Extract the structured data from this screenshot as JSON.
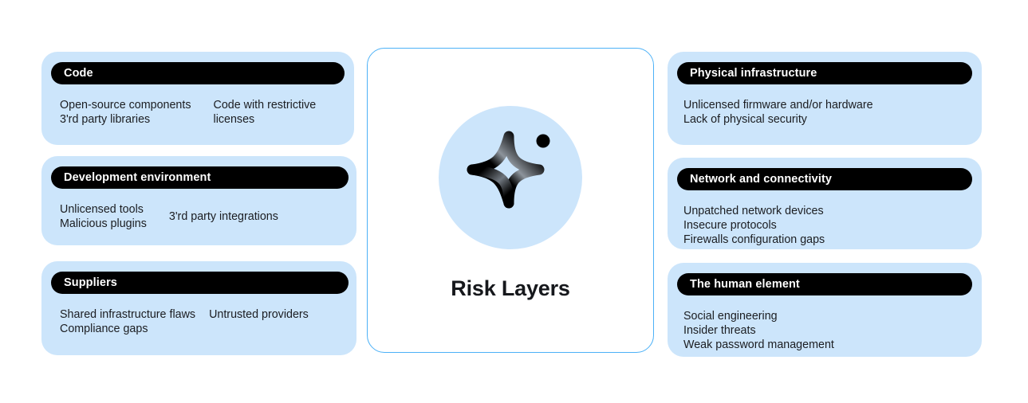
{
  "colors": {
    "card_background": "#cce5fb",
    "pill_background": "#000000",
    "pill_text": "#ffffff",
    "body_text": "#1b1d21",
    "center_border": "#4cb1f7",
    "center_background": "#ffffff",
    "icon_circle": "#cce5fb",
    "icon_color": "#000000",
    "page_background": "#ffffff"
  },
  "center": {
    "title": "Risk Layers",
    "icon": "sparkle-star-icon"
  },
  "left_column": [
    {
      "id": "code",
      "title": "Code",
      "column_one": [
        "Open-source components",
        "3'rd party libraries"
      ],
      "column_two": [
        "Code with restrictive",
        "licenses"
      ],
      "column_two_align": "top"
    },
    {
      "id": "devenv",
      "title": "Development environment",
      "column_one": [
        "Unlicensed tools",
        "Malicious plugins"
      ],
      "column_two": [
        "3'rd party  integrations"
      ],
      "column_two_align": "middle"
    },
    {
      "id": "suppliers",
      "title": "Suppliers",
      "column_one": [
        "Shared infrastructure flaws",
        "Compliance gaps"
      ],
      "column_two": [
        "Untrusted providers"
      ],
      "column_two_align": "top"
    }
  ],
  "right_column": [
    {
      "id": "physical",
      "title": "Physical infrastructure",
      "column_one": [
        "Unlicensed firmware and/or hardware",
        "Lack of physical security"
      ],
      "column_two": [],
      "column_two_align": "top"
    },
    {
      "id": "network",
      "title": "Network and connectivity",
      "column_one": [
        "Unpatched network devices",
        "Insecure protocols",
        "Firewalls configuration gaps"
      ],
      "column_two": [],
      "column_two_align": "top"
    },
    {
      "id": "human",
      "title": "The human element",
      "column_one": [
        "Social engineering",
        "Insider threats",
        "Weak password management"
      ],
      "column_two": [],
      "column_two_align": "top"
    }
  ]
}
